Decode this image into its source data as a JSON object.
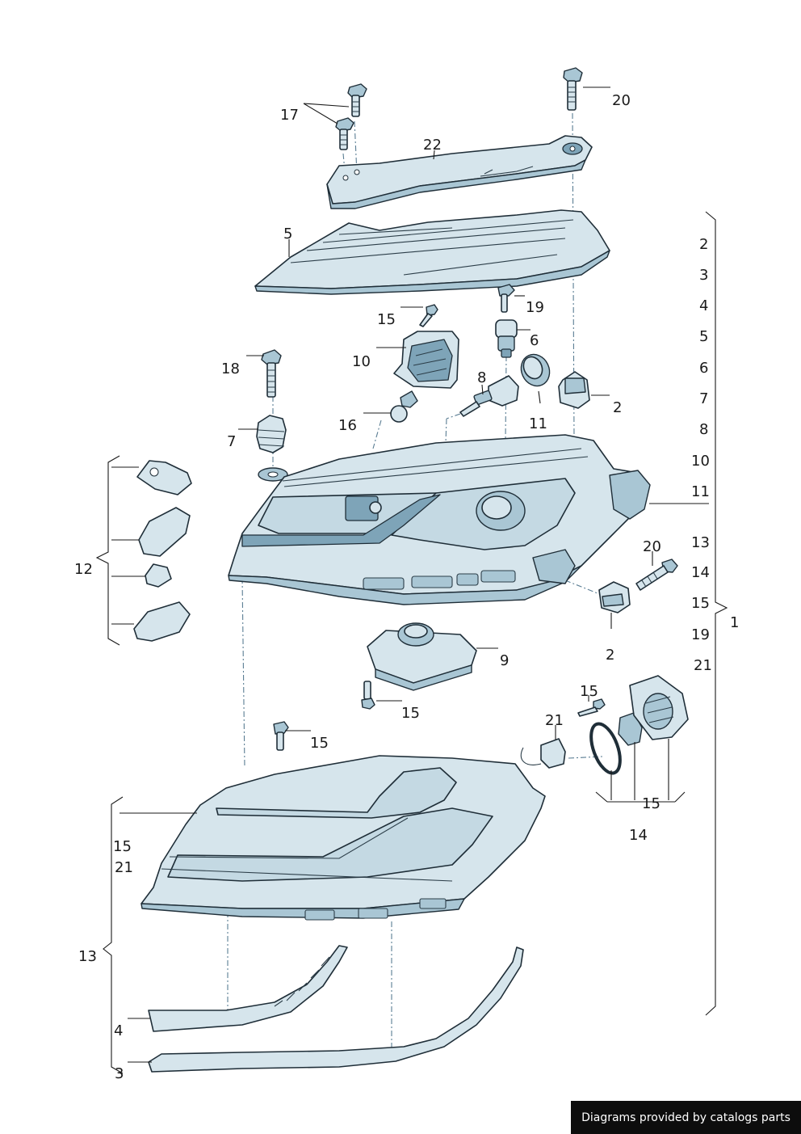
{
  "callouts": {
    "c20_top": "20",
    "c17": "17",
    "c22": "22",
    "c5": "5",
    "c15_a": "15",
    "c19": "19",
    "c6": "6",
    "c10": "10",
    "c18": "18",
    "c8": "8",
    "c2_a": "2",
    "c11": "11",
    "c16": "16",
    "c7": "7",
    "c12": "12",
    "c20_b": "20",
    "c2_b": "2",
    "c9": "9",
    "c15_b": "15",
    "c15_c": "15",
    "c15_d": "15",
    "c21": "21",
    "c15_e": "15",
    "c14": "14",
    "c15_f": "15",
    "c21_b": "21",
    "c13": "13",
    "c4": "4",
    "c3": "3",
    "c1": "1"
  },
  "right_list": [
    "2",
    "3",
    "4",
    "5",
    "6",
    "7",
    "8",
    "10",
    "11",
    "13",
    "14",
    "15",
    "19",
    "21"
  ],
  "credit": "Diagrams provided by catalogs parts"
}
